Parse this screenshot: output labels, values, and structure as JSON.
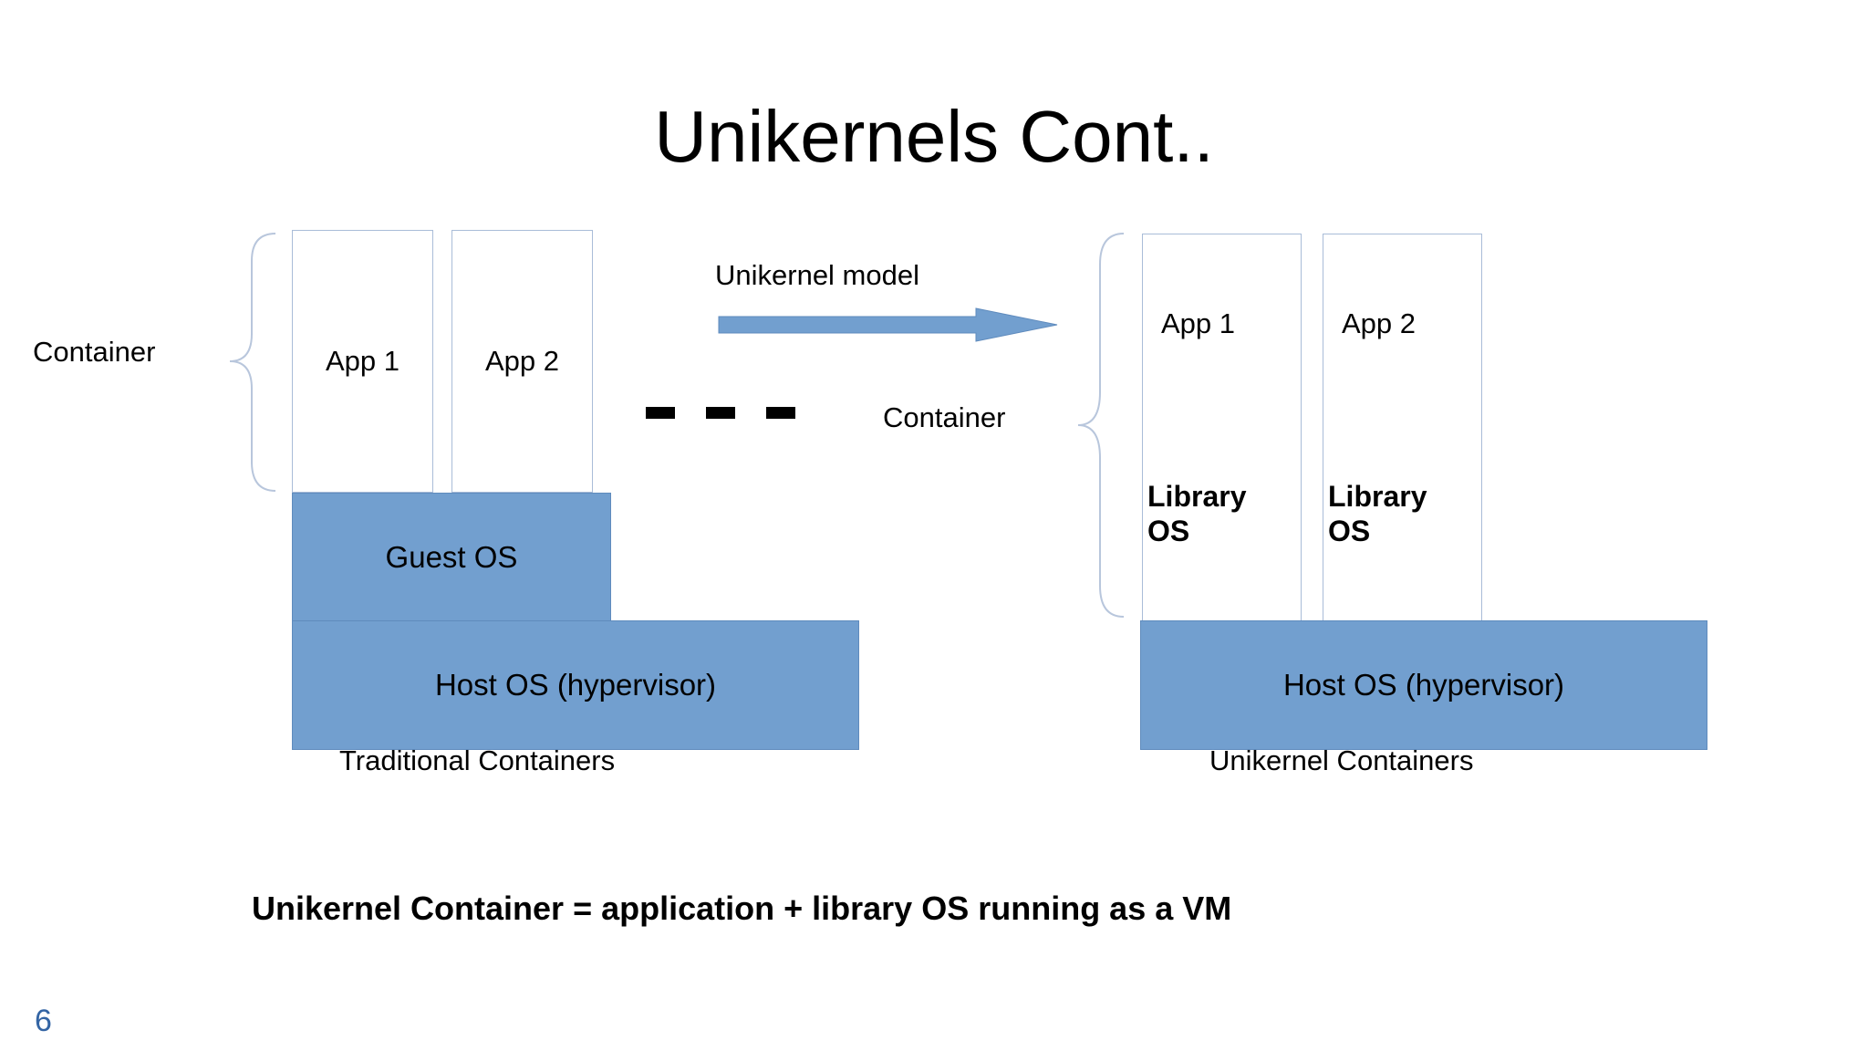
{
  "slide": {
    "title": "Unikernels Cont..",
    "page_number": "6",
    "footer": "Unikernel Container = application + library OS running as a VM"
  },
  "traditional": {
    "container_label": "Container",
    "app1": "App 1",
    "app2": "App 2",
    "guest_os": "Guest OS",
    "host_os": "Host OS (hypervisor)",
    "caption": "Traditional Containers"
  },
  "transition": {
    "model_label": "Unikernel model",
    "container_label": "Container"
  },
  "unikernel": {
    "app1": "App 1",
    "app2": "App 2",
    "lib_os_line1": "Library",
    "lib_os_line2": "OS",
    "host_os": "Host OS (hypervisor)",
    "caption": "Unikernel Containers"
  },
  "colors": {
    "box_fill": "#729fcf",
    "box_border": "#a9bcd8",
    "arrow": "#729fcf",
    "page_number": "#3465a4"
  }
}
